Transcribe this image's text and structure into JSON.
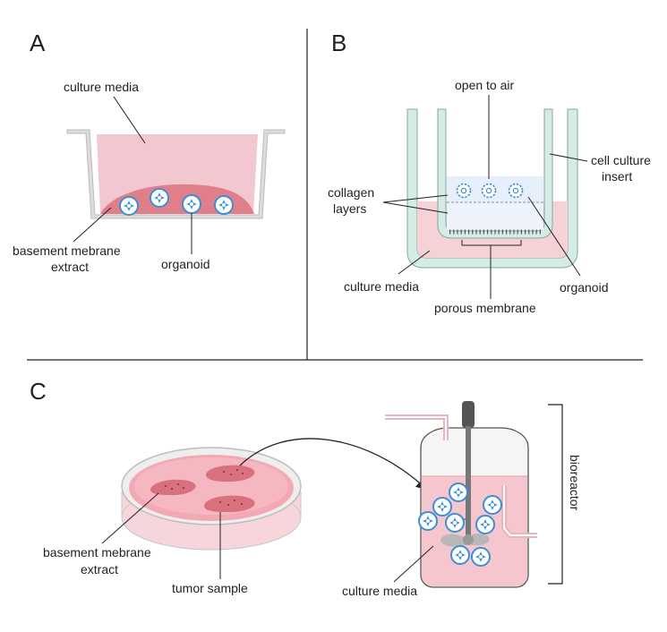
{
  "panels": {
    "a": {
      "letter": "A",
      "labels": {
        "culture_media": "culture media",
        "bme_line1": "basement mebrane",
        "bme_line2": "extract",
        "organoid": "organoid"
      }
    },
    "b": {
      "letter": "B",
      "labels": {
        "open_to_air": "open to air",
        "cell_culture_line1": "cell culture",
        "cell_culture_line2": "insert",
        "collagen_line1": "collagen",
        "collagen_line2": "layers",
        "culture_media": "culture media",
        "organoid": "organoid",
        "porous_membrane": "porous membrane"
      }
    },
    "c": {
      "letter": "C",
      "labels": {
        "bme_line1": "basement mebrane",
        "bme_line2": "extract",
        "tumor_sample": "tumor sample",
        "culture_media": "culture media",
        "bioreactor": "bioreactor"
      }
    }
  },
  "colors": {
    "media_light": "#f2c9d0",
    "media_pink": "#f6d2d7",
    "bme_dark": "#e07f8a",
    "organoid_blue": "#3b8fd9",
    "insert_wall": "#d6ebe6",
    "insert_stroke": "#7fa8a0",
    "air_blue": "#e6effa",
    "dish_wall": "#cfcfcf",
    "line": "#222222"
  }
}
